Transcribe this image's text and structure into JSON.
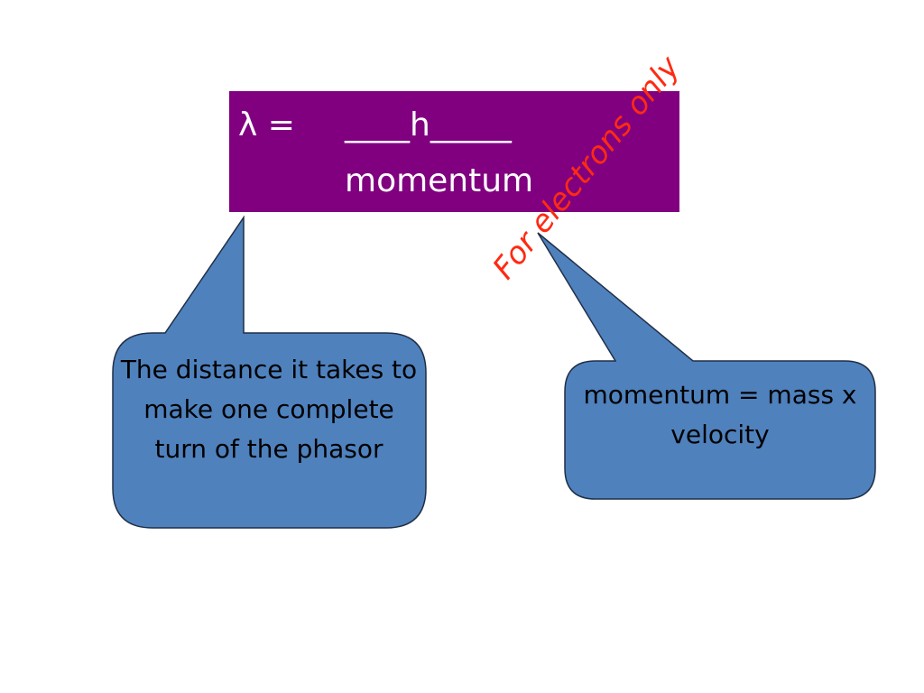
{
  "formula": {
    "lambda_label": "λ =",
    "numerator": "____h_____",
    "denominator": "momentum"
  },
  "callouts": {
    "left": "The distance it takes to make one complete turn of the phasor",
    "right": "momentum = mass x velocity"
  },
  "note": "For electrons only",
  "colors": {
    "formula_fill": "#800080",
    "callout_fill": "#4f81bd",
    "note_text": "#ff2a12"
  }
}
